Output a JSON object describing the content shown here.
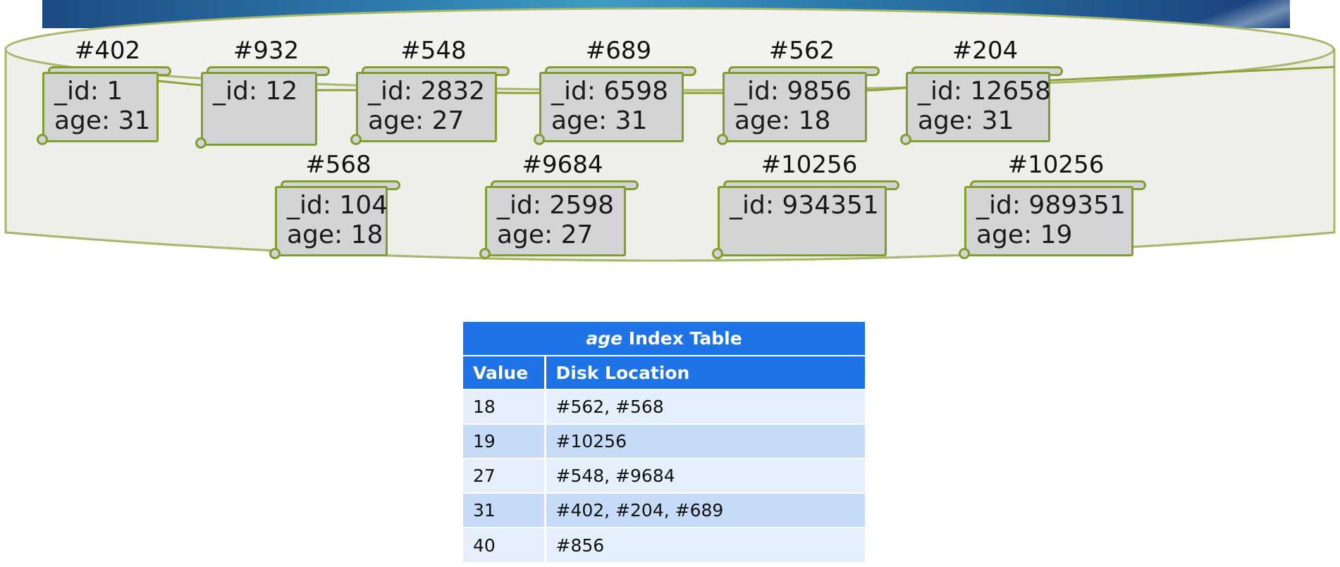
{
  "documents": [
    {
      "location": "#402",
      "fields": [
        "_id: 1",
        "age: 31"
      ]
    },
    {
      "location": "#932",
      "fields": [
        "_id: 12"
      ]
    },
    {
      "location": "#548",
      "fields": [
        "_id: 2832",
        "age: 27"
      ]
    },
    {
      "location": "#689",
      "fields": [
        "_id: 6598",
        "age: 31"
      ]
    },
    {
      "location": "#562",
      "fields": [
        "_id: 9856",
        "age: 18"
      ]
    },
    {
      "location": "#204",
      "fields": [
        "_id: 12658",
        "age: 31"
      ]
    },
    {
      "location": "#568",
      "fields": [
        "_id: 104",
        "age: 18"
      ]
    },
    {
      "location": "#9684",
      "fields": [
        "_id: 2598",
        "age: 27"
      ]
    },
    {
      "location": "#10256",
      "fields": [
        "_id: 934351"
      ]
    },
    {
      "location": "#10256",
      "fields": [
        "_id: 989351",
        "age: 19"
      ]
    }
  ],
  "index_table": {
    "title_italic": "age",
    "title_rest": " Index Table",
    "headers": [
      "Value",
      "Disk Location"
    ],
    "rows": [
      {
        "value": "18",
        "locations": "#562, #568"
      },
      {
        "value": "19",
        "locations": "#10256"
      },
      {
        "value": "27",
        "locations": "#548, #9684"
      },
      {
        "value": "31",
        "locations": "#402, #204, #689"
      },
      {
        "value": "40",
        "locations": "#856"
      }
    ]
  },
  "colors": {
    "banner": "#2f7fb1",
    "document_border": "#7f9e2e",
    "document_fill": "#d4d4d6",
    "table_header": "#1e74e6",
    "row_light": "#e5eefb",
    "row_dark": "#c6dbf7"
  }
}
